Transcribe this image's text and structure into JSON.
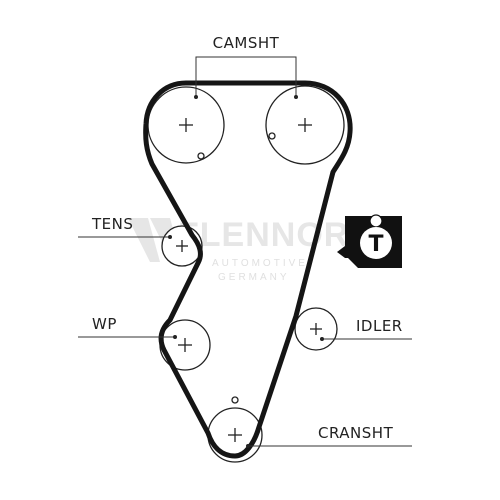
{
  "labels": {
    "camshaft": "CAMSHT",
    "tensioner": "TENS",
    "water_pump": "WP",
    "idler": "IDLER",
    "crankshaft": "CRANSHT"
  },
  "watermark": {
    "brand": "FLENNOR",
    "sub_line1": "AUTOMOTIVE",
    "sub_line2": "GERMANY"
  },
  "badge": {
    "letter": "T",
    "icon": "timing-belt-icon"
  },
  "colors": {
    "belt": "#151515",
    "watermark": "#e6e6e6"
  }
}
